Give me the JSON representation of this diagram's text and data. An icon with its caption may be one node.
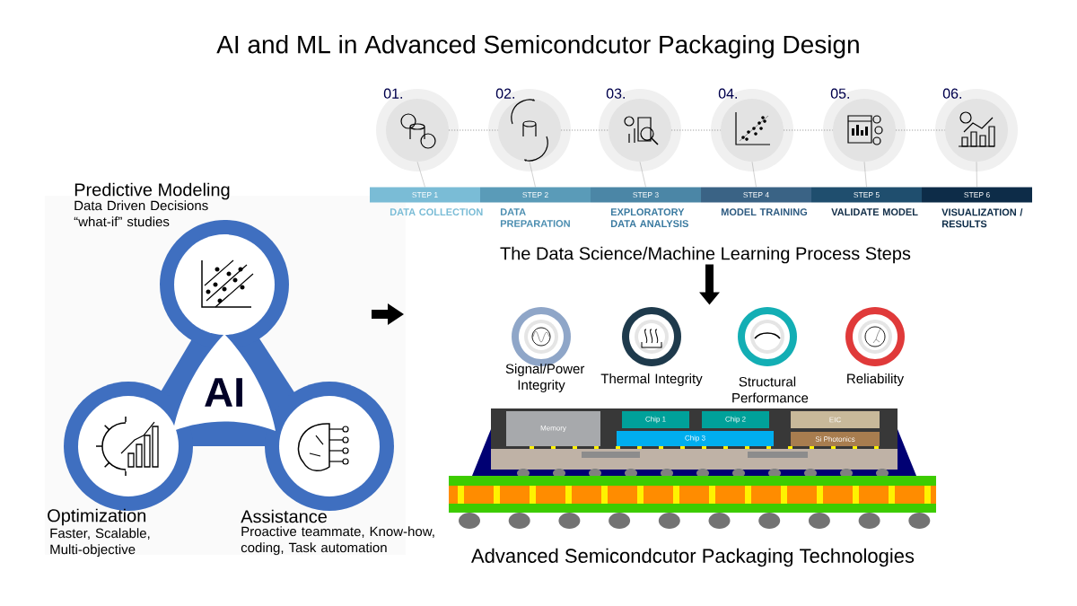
{
  "diagram": {
    "title": "AI and ML in Advanced Semicondcutor Packaging Design",
    "nodes": [
      {
        "text": [
          "AI"
        ]
      },
      {
        "text": [
          "Predictive Modeling",
          "Data Driven Decisions “what-if” studies"
        ]
      },
      {
        "text": [
          "Optimization",
          "Faster, Scalable, Multi-objective"
        ]
      },
      {
        "text": [
          "Assistance",
          "Proactive teammate, Know-how, coding, Task automation"
        ]
      },
      {
        "text": [
          "01."
        ]
      },
      {
        "text": [
          "02."
        ]
      },
      {
        "text": [
          "03."
        ]
      },
      {
        "text": [
          "04."
        ]
      },
      {
        "text": [
          "05."
        ]
      },
      {
        "text": [
          "06."
        ]
      },
      {
        "text": [
          "STEP 1",
          "DATA COLLECTION"
        ]
      },
      {
        "text": [
          "STEP 2",
          "DATA PREPARATION"
        ]
      },
      {
        "text": [
          "STEP 3",
          "EXPLORATORY DATA ANALYSIS"
        ]
      },
      {
        "text": [
          "STEP 4",
          "MODEL TRAINING"
        ]
      },
      {
        "text": [
          "STEP 5",
          "VALIDATE MODEL"
        ]
      },
      {
        "text": [
          "STEP 6",
          "VISUALIZATION / RESULTS"
        ]
      },
      {
        "text": [
          "Signal/Power Integrity"
        ]
      },
      {
        "text": [
          "Thermal Integrity"
        ]
      },
      {
        "text": [
          "Structural Performance"
        ]
      },
      {
        "text": [
          "Reliability"
        ]
      },
      {
        "text": [
          "Memory"
        ]
      },
      {
        "text": [
          "Chip 1"
        ]
      },
      {
        "text": [
          "Chip 2"
        ]
      },
      {
        "text": [
          "Chip 3"
        ]
      },
      {
        "text": [
          "EIC"
        ]
      },
      {
        "text": [
          "Si Photonics"
        ]
      },
      {
        "text": [
          "The Data Science/Machine Learning Process Steps"
        ]
      }
    ],
    "edges": [
      {
        "from": 4,
        "to": 5,
        "arrow": "none",
        "style": "dashed"
      },
      {
        "from": 5,
        "to": 6,
        "arrow": "none",
        "style": "dashed"
      },
      {
        "from": 6,
        "to": 7,
        "arrow": "none",
        "style": "dashed"
      },
      {
        "from": 7,
        "to": 8,
        "arrow": "none",
        "style": "dashed"
      },
      {
        "from": 8,
        "to": 9,
        "arrow": "none",
        "style": "dashed"
      },
      {
        "from": 4,
        "to": 10,
        "arrow": "none"
      },
      {
        "from": 5,
        "to": 11,
        "arrow": "none"
      },
      {
        "from": 6,
        "to": 12,
        "arrow": "none"
      },
      {
        "from": 7,
        "to": 13,
        "arrow": "none"
      },
      {
        "from": 8,
        "to": 14,
        "arrow": "none"
      },
      {
        "from": 9,
        "to": 15,
        "arrow": "none"
      },
      {
        "from": 26,
        "to": null,
        "arrow": "to",
        "style": "thick",
        "color": "#000000"
      }
    ],
    "labels": [
      "Advanced Semicondcutor Packaging Technologies"
    ]
  }
}
